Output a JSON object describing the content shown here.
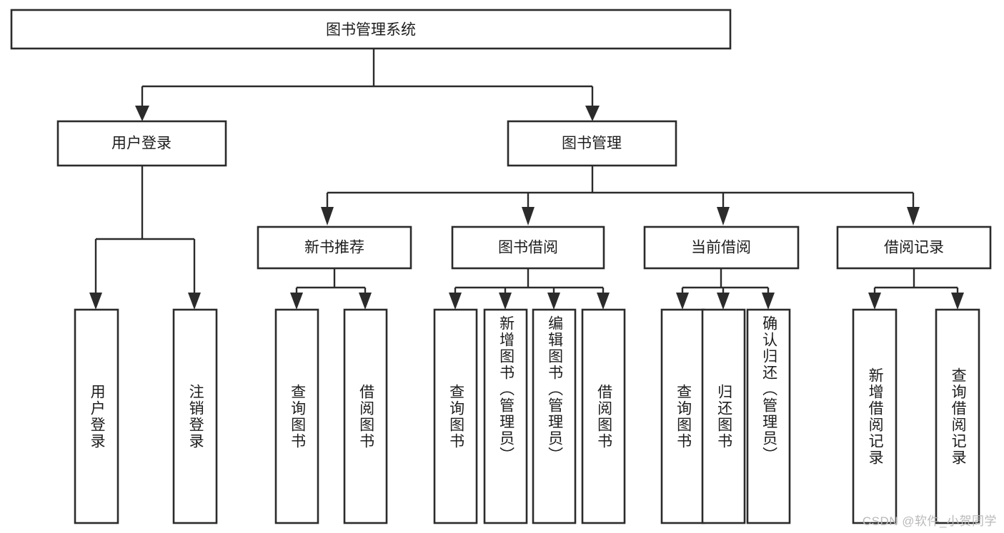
{
  "diagram": {
    "type": "hierarchy-tree",
    "title": "图书管理系统",
    "watermark": "CSDN @软件_小贺同学",
    "colors": {
      "background": "#ffffff",
      "stroke": "#2b2b2b",
      "text": "#1d1d1d",
      "watermark": "#b9b9b9"
    },
    "levels": [
      {
        "level": 1,
        "nodes": [
          {
            "id": "root",
            "label": "图书管理系统",
            "orientation": "horizontal"
          }
        ]
      },
      {
        "level": 2,
        "nodes": [
          {
            "id": "login",
            "label": "用户登录",
            "orientation": "horizontal",
            "parent": "root"
          },
          {
            "id": "bookmgmt",
            "label": "图书管理",
            "orientation": "horizontal",
            "parent": "root"
          }
        ]
      },
      {
        "level": 3,
        "nodes": [
          {
            "id": "newbook",
            "label": "新书推荐",
            "orientation": "horizontal",
            "parent": "bookmgmt"
          },
          {
            "id": "borrow",
            "label": "图书借阅",
            "orientation": "horizontal",
            "parent": "bookmgmt"
          },
          {
            "id": "current",
            "label": "当前借阅",
            "orientation": "horizontal",
            "parent": "bookmgmt"
          },
          {
            "id": "record",
            "label": "借阅记录",
            "orientation": "horizontal",
            "parent": "bookmgmt"
          }
        ]
      },
      {
        "level": 4,
        "nodes": [
          {
            "id": "leaf1",
            "label": "用户登录",
            "orientation": "vertical",
            "parent": "login"
          },
          {
            "id": "leaf2",
            "label": "注销登录",
            "orientation": "vertical",
            "parent": "login"
          },
          {
            "id": "leaf3",
            "label": "查询图书",
            "orientation": "vertical",
            "parent": "newbook"
          },
          {
            "id": "leaf4",
            "label": "借阅图书",
            "orientation": "vertical",
            "parent": "newbook"
          },
          {
            "id": "leaf5",
            "label": "查询图书",
            "orientation": "vertical",
            "parent": "borrow"
          },
          {
            "id": "leaf6",
            "label": "新增图书（管理员）",
            "orientation": "vertical",
            "parent": "borrow"
          },
          {
            "id": "leaf7",
            "label": "编辑图书（管理员）",
            "orientation": "vertical",
            "parent": "borrow"
          },
          {
            "id": "leaf8",
            "label": "借阅图书",
            "orientation": "vertical",
            "parent": "borrow"
          },
          {
            "id": "leaf9",
            "label": "查询图书",
            "orientation": "vertical",
            "parent": "current"
          },
          {
            "id": "leaf10",
            "label": "归还图书",
            "orientation": "vertical",
            "parent": "current"
          },
          {
            "id": "leaf11",
            "label": "确认归还（管理员）",
            "orientation": "vertical",
            "parent": "current"
          },
          {
            "id": "leaf12",
            "label": "新增借阅记录",
            "orientation": "vertical",
            "parent": "record"
          },
          {
            "id": "leaf13",
            "label": "查询借阅记录",
            "orientation": "vertical",
            "parent": "record"
          }
        ]
      }
    ]
  }
}
